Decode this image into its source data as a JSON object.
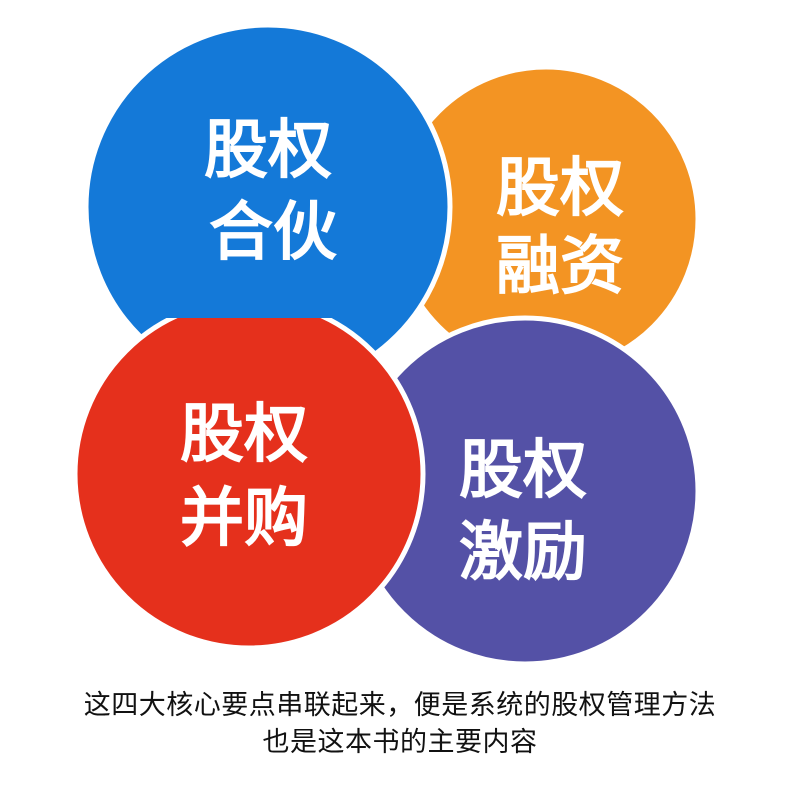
{
  "circles": [
    {
      "line1": "股权",
      "line2": "合伙",
      "color": "#1479d8"
    },
    {
      "line1": "股权",
      "line2": "融资",
      "color": "#f39423"
    },
    {
      "line1": "股权",
      "line2": "并购",
      "color": "#e5301c"
    },
    {
      "line1": "股权",
      "line2": "激励",
      "color": "#5451a6"
    }
  ],
  "caption": {
    "line1": "这四大核心要点串联起来，便是系统的股权管理方法",
    "line2": "也是这本书的主要内容"
  }
}
